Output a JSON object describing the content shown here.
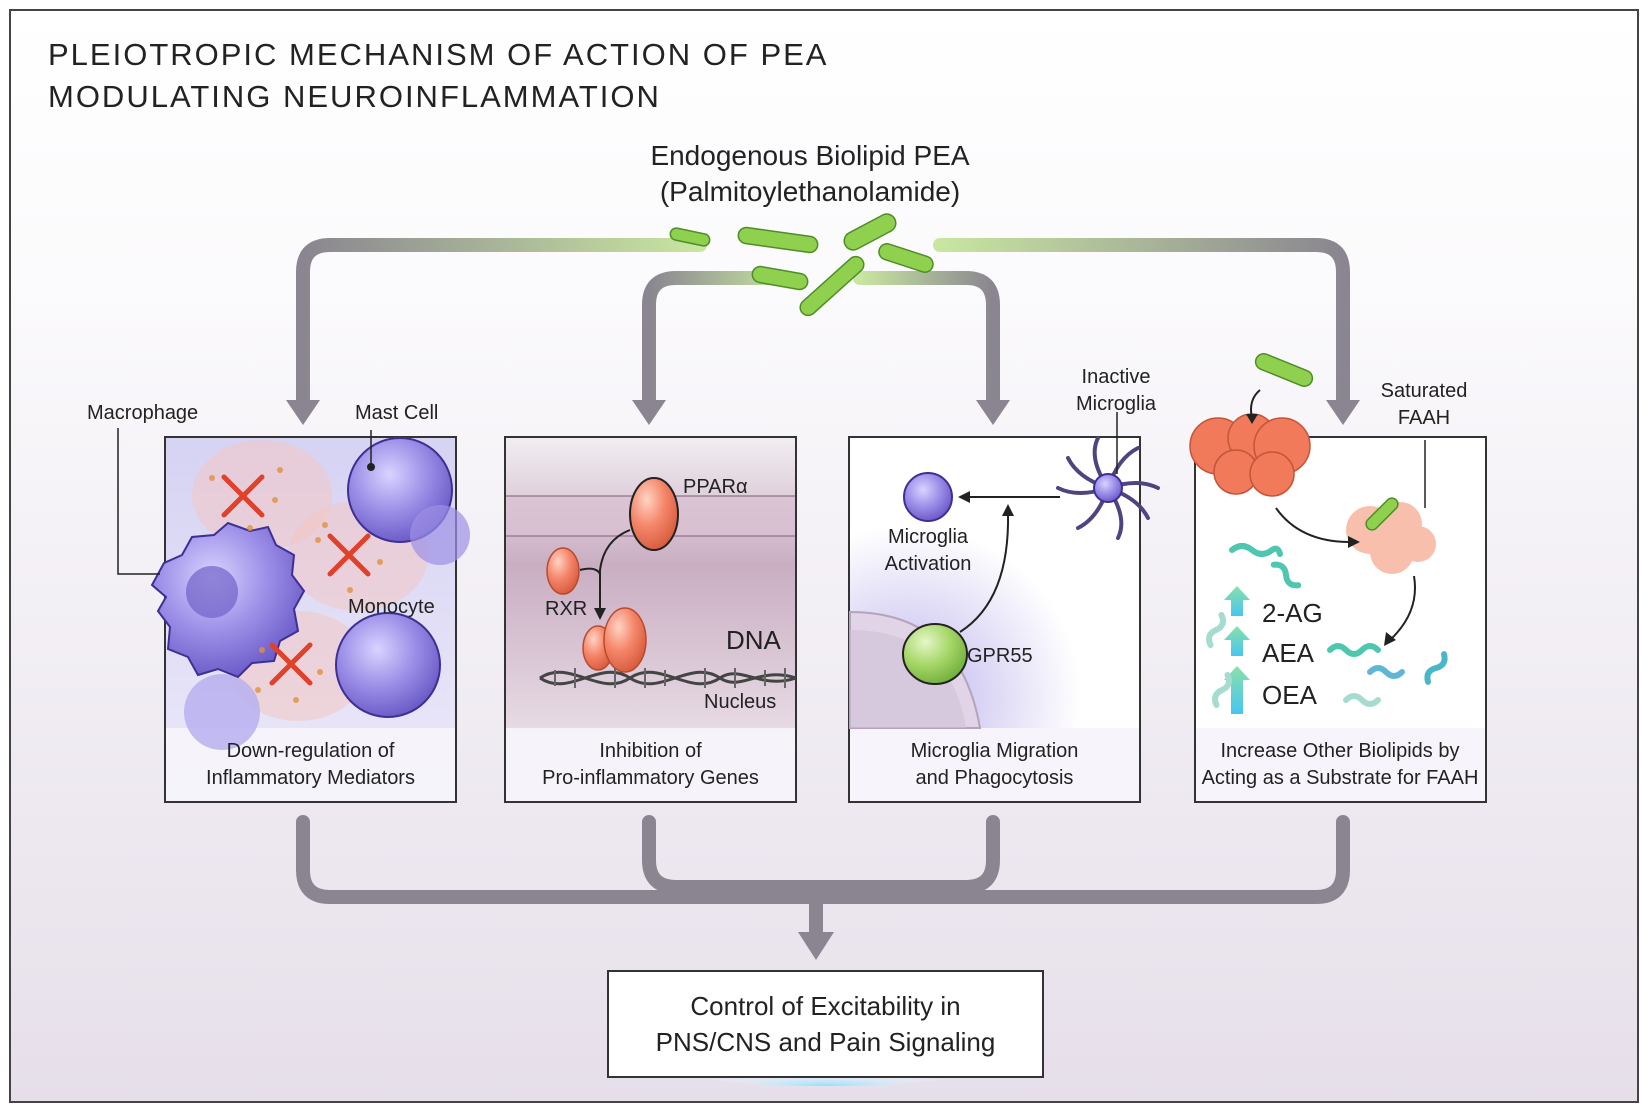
{
  "title": {
    "line1": "PLEIOTROPIC MECHANISM OF ACTION OF PEA",
    "line2": "MODULATING NEUROINFLAMMATION"
  },
  "source": {
    "line1": "Endogenous Biolipid PEA",
    "line2": "(Palmitoylethanolamide)"
  },
  "panels": [
    {
      "id": "inflammatory",
      "caption1": "Down-regulation of",
      "caption2": "Inflammatory Mediators",
      "labels": {
        "macrophage": "Macrophage",
        "mast_cell": "Mast Cell",
        "monocyte": "Monocyte"
      }
    },
    {
      "id": "genes",
      "caption1": "Inhibition of",
      "caption2": "Pro-inflammatory Genes",
      "labels": {
        "ppar": "PPARα",
        "rxr": "RXR",
        "dna": "DNA",
        "nucleus": "Nucleus"
      }
    },
    {
      "id": "microglia",
      "caption1": "Microglia Migration",
      "caption2": "and Phagocytosis",
      "labels": {
        "inactive1": "Inactive",
        "inactive2": "Microglia",
        "activation1": "Microglia",
        "activation2": "Activation",
        "gpr55": "GPR55"
      }
    },
    {
      "id": "faah",
      "caption1": "Increase Other Biolipids by",
      "caption2": "Acting as a Substrate for FAAH",
      "labels": {
        "saturated1": "Saturated",
        "saturated2": "FAAH",
        "ag": "2-AG",
        "aea": "AEA",
        "oea": "OEA"
      }
    }
  ],
  "outcome": {
    "line1": "Control of Excitability in",
    "line2": "PNS/CNS and Pain Signaling"
  },
  "colors": {
    "arrow": "#8a8590",
    "pea_green": "#8fd14f",
    "cell_purple": "#8b7fd6",
    "protein_orange": "#f07a5a",
    "gpr55_green": "#a8d86a",
    "biolipid_teal": "#4fc7b0",
    "inhibit_red": "#e0412b"
  }
}
